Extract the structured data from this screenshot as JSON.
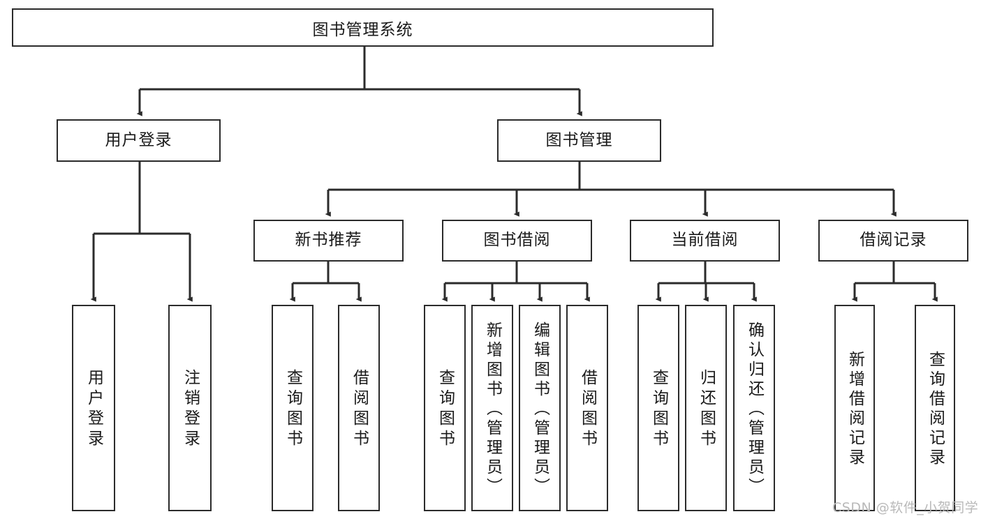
{
  "diagram": {
    "type": "tree-hierarchy-chart",
    "title_node": "图书管理系统",
    "colors": {
      "stroke": "#2b2b2b",
      "fill": "#ffffff",
      "text": "#1a1a1a",
      "watermark": "#b9b9b9"
    },
    "levels": {
      "level1": [
        "图书管理系统"
      ],
      "level2": [
        "用户登录",
        "图书管理"
      ],
      "level3": [
        "新书推荐",
        "图书借阅",
        "当前借阅",
        "借阅记录"
      ],
      "level4": [
        "用户登录",
        "注销登录",
        "查询图书",
        "借阅图书",
        "查询图书",
        "新增图书（管理员）",
        "编辑图书（管理员）",
        "借阅图书",
        "查询图书",
        "归还图书",
        "确认归还（管理员）",
        "新增借阅记录",
        "查询借阅记录"
      ]
    },
    "root": {
      "label": "图书管理系统"
    },
    "branches": [
      {
        "label": "用户登录",
        "children": [
          {
            "label": "用户登录"
          },
          {
            "label": "注销登录"
          }
        ]
      },
      {
        "label": "图书管理",
        "children": [
          {
            "label": "新书推荐",
            "children": [
              {
                "label": "查询图书"
              },
              {
                "label": "借阅图书"
              }
            ]
          },
          {
            "label": "图书借阅",
            "children": [
              {
                "label": "查询图书"
              },
              {
                "label": "新增图书（管理员）"
              },
              {
                "label": "编辑图书（管理员）"
              },
              {
                "label": "借阅图书"
              }
            ]
          },
          {
            "label": "当前借阅",
            "children": [
              {
                "label": "查询图书"
              },
              {
                "label": "归还图书"
              },
              {
                "label": "确认归还（管理员）"
              }
            ]
          },
          {
            "label": "借阅记录",
            "children": [
              {
                "label": "新增借阅记录"
              },
              {
                "label": "查询借阅记录"
              }
            ]
          }
        ]
      }
    ]
  },
  "watermark": {
    "text": "CSDN @软件_小贺同学"
  }
}
